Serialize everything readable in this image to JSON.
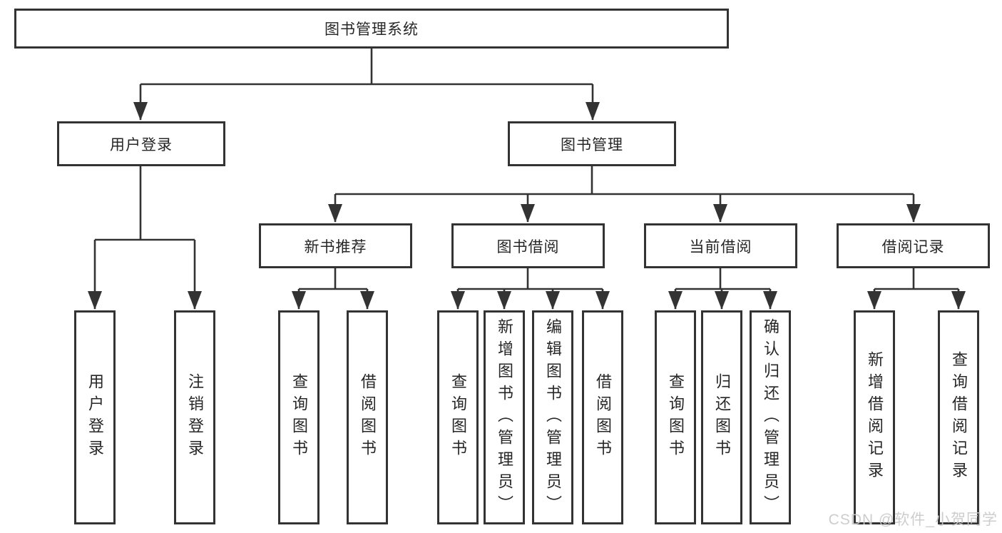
{
  "diagram_title": "图书管理系统",
  "nodes": {
    "root": "图书管理系统",
    "l1": [
      "用户登录",
      "图书管理"
    ],
    "l2": [
      "新书推荐",
      "图书借阅",
      "当前借阅",
      "借阅记录"
    ],
    "leaves": [
      "用户登录",
      "注销登录",
      "查询图书",
      "借阅图书",
      "查询图书",
      "新增图书（管理员）",
      "编辑图书（管理员）",
      "借阅图书",
      "查询图书",
      "归还图书",
      "确认归还（管理员）",
      "新增借阅记录",
      "查询借阅记录"
    ]
  },
  "watermark": "CSDN @软件_小贺同学",
  "colors": {
    "line": "#333333",
    "box_border": "#333333",
    "box_fill": "#ffffff",
    "text": "#262626",
    "watermark": "#c9c9c9",
    "background": "#ffffff"
  }
}
